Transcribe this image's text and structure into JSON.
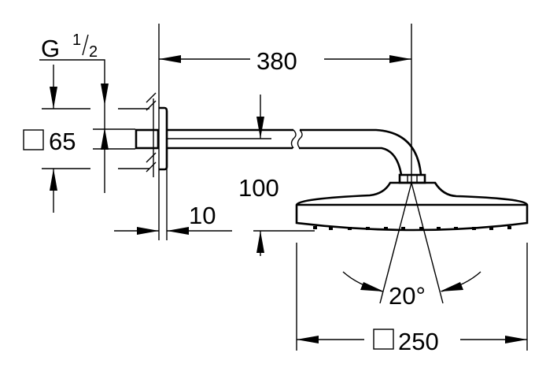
{
  "drawing": {
    "thread_label": "G",
    "thread_fraction_num": "1",
    "thread_fraction_den": "2",
    "flange_size": "65",
    "arm_length": "380",
    "arm_height": "100",
    "wall_gap": "10",
    "tilt_angle": "20°",
    "head_size": "250"
  }
}
